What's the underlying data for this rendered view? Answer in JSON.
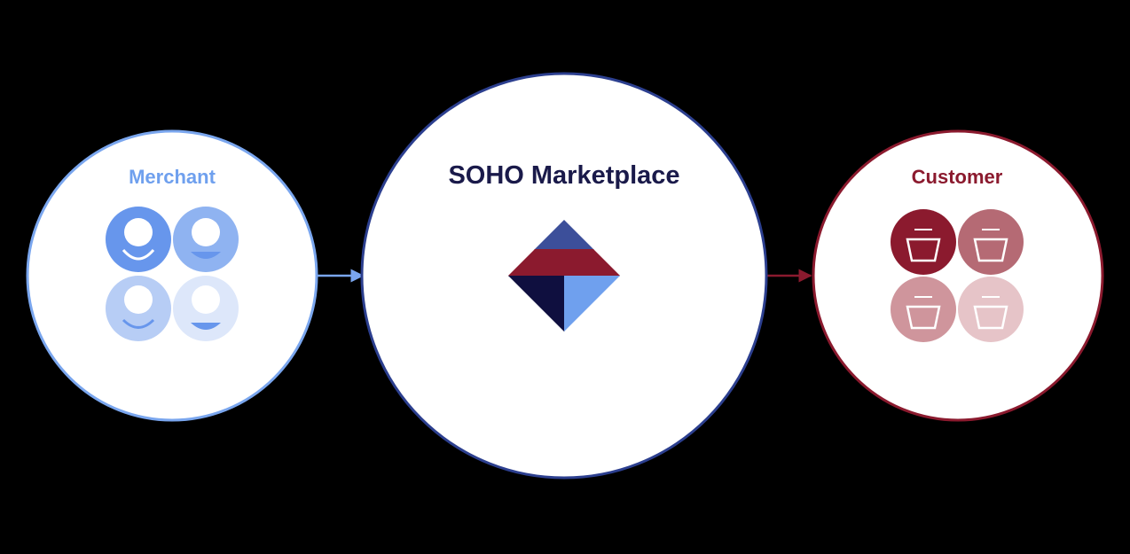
{
  "diagram": {
    "nodes": [
      {
        "id": "merchant",
        "title": "Merchant",
        "color": "#6fa0ee"
      },
      {
        "id": "hub",
        "title": "SOHO Marketplace",
        "color": "#1a1a4a"
      },
      {
        "id": "customer",
        "title": "Customer",
        "color": "#8b1a2e"
      }
    ],
    "edges": [
      {
        "from": "merchant",
        "to": "hub",
        "color": "#7aa6ee"
      },
      {
        "from": "hub",
        "to": "customer",
        "color": "#8b1a2e"
      }
    ],
    "icons": {
      "merchant": "smiley-face-icon",
      "customer": "shopping-basket-icon",
      "hub": "diamond-logo-icon"
    },
    "colors": {
      "background": "#000000",
      "merchant_accent": "#6fa0ee",
      "hub_border": "#2c3f8f",
      "customer_accent": "#8b1a2e",
      "logo_navy": "#0f0f3f",
      "logo_blue": "#2c3f8f",
      "logo_red": "#8b1a2e",
      "logo_light_blue": "#6fa0ee"
    }
  }
}
